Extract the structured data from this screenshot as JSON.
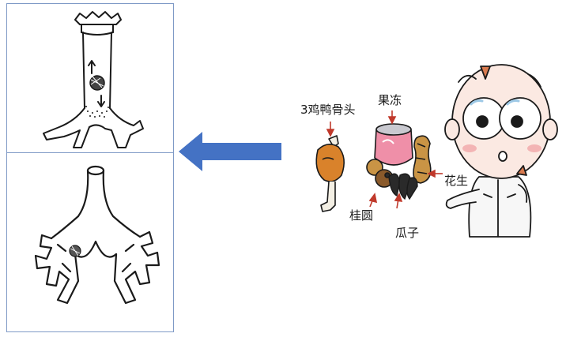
{
  "labels": {
    "bones": "3鸡鸭骨头",
    "jelly": "果冻",
    "peanut": "花生",
    "longan": "桂圆",
    "seeds": "瓜子"
  },
  "colors": {
    "panel_border": "#7f9ac6",
    "arrow": "#4472c4",
    "ink": "#1a1a1a",
    "jelly": "#ef8fa8",
    "drumstick": "#d9822b",
    "peanut": "#c99445",
    "longan": "#8a5a2b",
    "seed": "#2a2a2a",
    "hair": "#d97a4e"
  },
  "icons": [
    "trachea-foreign-body-sketch",
    "bronchi-foreign-body-sketch",
    "left-arrow-icon",
    "chicken-bone-icon",
    "jelly-icon",
    "peanut-icon",
    "longan-icon",
    "melon-seed-icon",
    "doctor-cartoon"
  ]
}
